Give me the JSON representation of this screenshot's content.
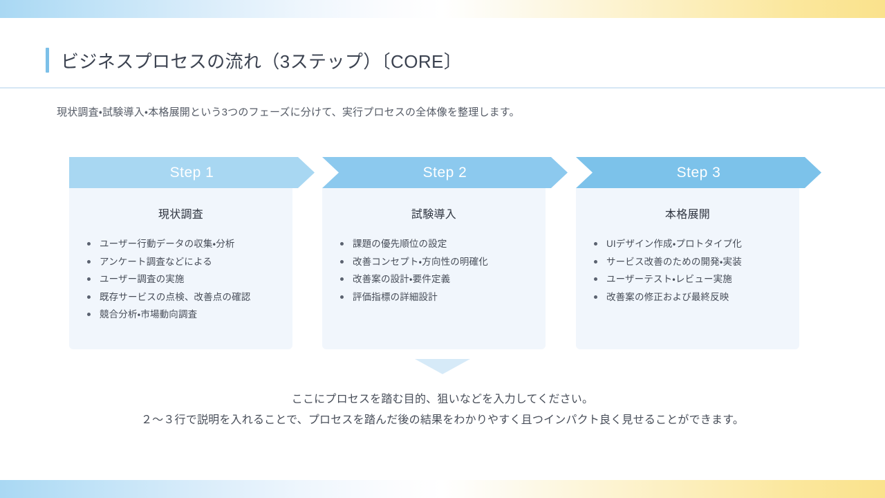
{
  "theme": {
    "accent_bar": "#7cc0e8",
    "band_blue": "#a9d8f3",
    "band_yellow": "#fae28c",
    "card_bg": "#f1f6fc",
    "head_1": "#a8d7f2",
    "head_2": "#8cc9ee",
    "head_3": "#7cc2ea",
    "divider": "#d6e7f5",
    "text_primary": "#3b4250",
    "text_body": "#474d58"
  },
  "header": {
    "title": "ビジネスプロセスの流れ（3ステップ）〔CORE〕"
  },
  "subtitle": "現状調査・試験導入・本格展開という3つのフェーズに分けて、実行プロセスの全体像を整理します。",
  "steps": [
    {
      "badge": "Step 1",
      "title": "現状調査",
      "items": [
        "ユーザー行動データの収集・分析",
        "アンケート調査などによる",
        "ユーザー調査の実施",
        "既存サービスの点検、改善点の確認",
        "競合分析・市場動向調査"
      ]
    },
    {
      "badge": "Step 2",
      "title": "試験導入",
      "items": [
        "課題の優先順位の設定",
        "改善コンセプト・方向性の明確化",
        "改善案の設計・要件定義",
        "評価指標の詳細設計"
      ]
    },
    {
      "badge": "Step 3",
      "title": "本格展開",
      "items": [
        "UIデザイン作成・プロトタイプ化",
        "サービス改善のための開発・実装",
        "ユーザーテスト・レビュー実施",
        "改善案の修正および最終反映"
      ]
    }
  ],
  "footer": {
    "line1": "ここにプロセスを踏む目的、狙いなどを入力してください。",
    "line2": "２～３行で説明を入れることで、プロセスを踏んだ後の結果をわかりやすく且つインパクト良く見せることができます。"
  }
}
